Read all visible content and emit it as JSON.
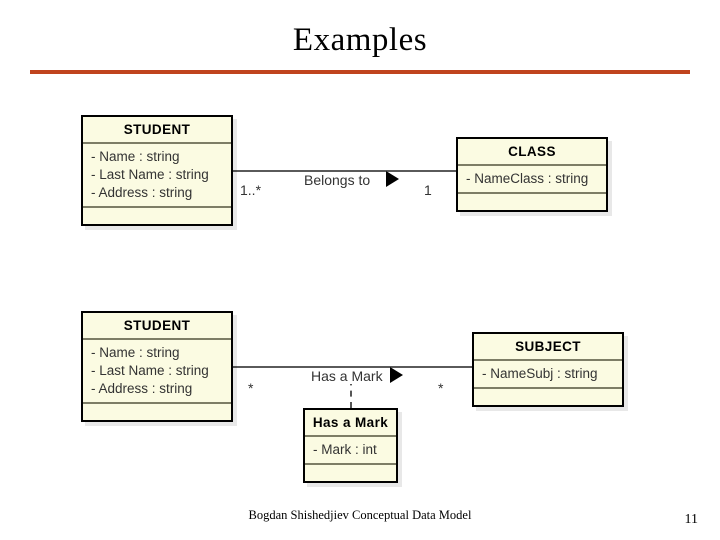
{
  "slide": {
    "title": "Examples",
    "rule_color": "#C0441E",
    "footer": "Bogdan Shishedjiev Conceptual Data Model",
    "page_number": "11",
    "box_fill": "#FBFBE2",
    "box_border": "#000000"
  },
  "diagrams": [
    {
      "id": "diagram-student-class",
      "classes": [
        {
          "name": "STUDENT",
          "attributes": [
            "- Name : string",
            "- Last Name : string",
            "- Address : string"
          ],
          "operations": []
        },
        {
          "name": "CLASS",
          "attributes": [
            "- NameClass : string"
          ],
          "operations": []
        }
      ],
      "association": {
        "label": "Belongs to",
        "arrow": "solid-triangle-right",
        "source_multiplicity": "1..*",
        "target_multiplicity": "1"
      }
    },
    {
      "id": "diagram-student-subject",
      "classes": [
        {
          "name": "STUDENT",
          "attributes": [
            "- Name : string",
            "- Last Name : string",
            "- Address : string"
          ],
          "operations": []
        },
        {
          "name": "SUBJECT",
          "attributes": [
            "- NameSubj : string"
          ],
          "operations": []
        }
      ],
      "association": {
        "label": "Has a Mark",
        "arrow": "solid-triangle-right",
        "source_multiplicity": "*",
        "target_multiplicity": "*"
      },
      "association_class": {
        "name": "Has a Mark",
        "attributes": [
          "- Mark : int"
        ],
        "operations": []
      }
    }
  ]
}
